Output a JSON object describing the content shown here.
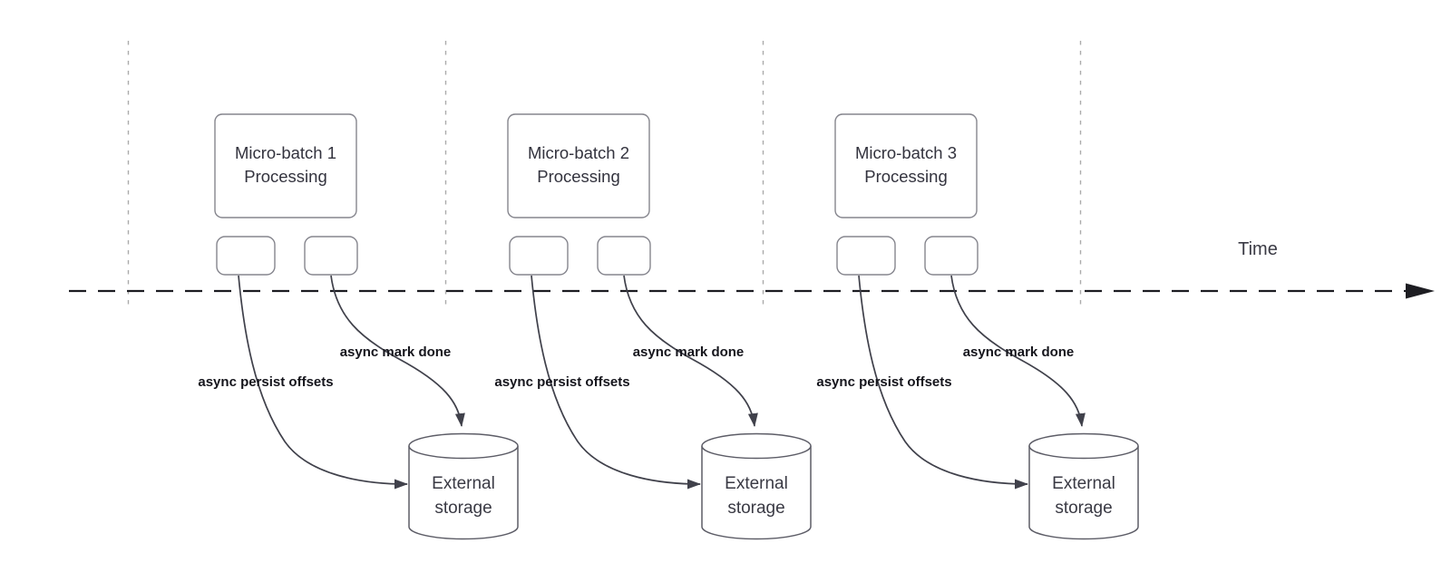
{
  "diagram": {
    "time_axis": {
      "label": "Time"
    },
    "batches": [
      {
        "title_line1": "Micro-batch 1",
        "title_line2": "Processing",
        "persist_label": "async persist offsets",
        "done_label": "async mark done",
        "storage_line1": "External",
        "storage_line2": "storage"
      },
      {
        "title_line1": "Micro-batch 2",
        "title_line2": "Processing",
        "persist_label": "async persist offsets",
        "done_label": "async mark done",
        "storage_line1": "External",
        "storage_line2": "storage"
      },
      {
        "title_line1": "Micro-batch 3",
        "title_line2": "Processing",
        "persist_label": "async persist offsets",
        "done_label": "async mark done",
        "storage_line1": "External",
        "storage_line2": "storage"
      }
    ],
    "colors": {
      "background": "#ffffff",
      "box_border": "#85858d",
      "cylinder_border": "#5d5d67",
      "arrow": "#40414b",
      "time_axis": "#1d1d22",
      "gridline": "#ababab",
      "label_text": "#15151c",
      "box_text": "#33333e"
    }
  }
}
